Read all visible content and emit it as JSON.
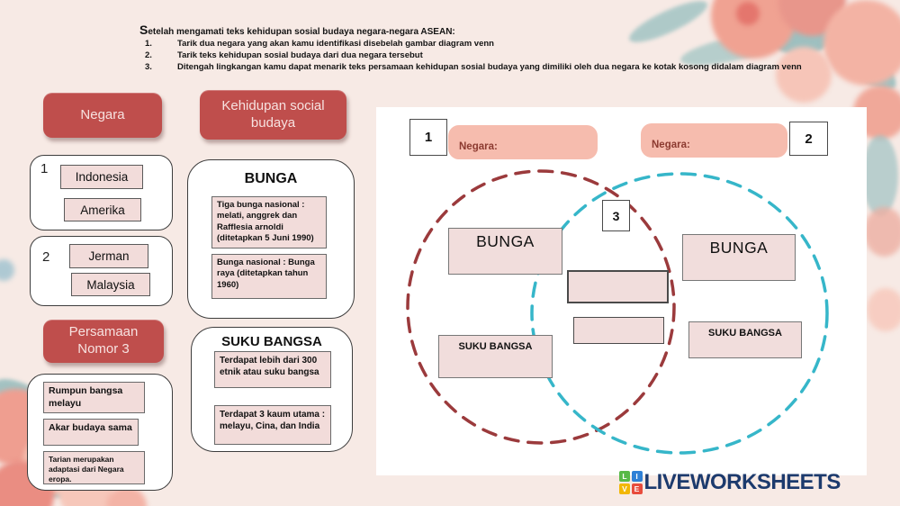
{
  "instructions": {
    "title": "Setelah mengamati teks kehidupan sosial budaya negara-negara ASEAN:",
    "steps": [
      {
        "num": "1.",
        "text": "Tarik dua negara yang akan kamu identifikasi disebelah gambar diagram venn"
      },
      {
        "num": "2.",
        "text": "Tarik teks kehidupan sosial budaya dari dua negara tersebut"
      },
      {
        "num": "3.",
        "text": "Ditengah lingkangan kamu dapat menarik teks persamaan kehidupan sosial budaya yang dimiliki oleh dua negara ke kotak kosong didalam diagram venn"
      }
    ]
  },
  "left_column": {
    "negara_header": "Negara",
    "group1": {
      "number": "1",
      "items": [
        "Indonesia",
        "Amerika"
      ]
    },
    "group2": {
      "number": "2",
      "items": [
        "Jerman",
        "Malaysia"
      ]
    },
    "persamaan_header": "Persamaan Nomor 3",
    "persamaan_items": [
      "Rumpun bangsa melayu",
      "Akar budaya sama",
      "Tarian merupakan adaptasi dari Negara eropa."
    ]
  },
  "middle_column": {
    "header": "Kehidupan social budaya",
    "bunga": {
      "title": "BUNGA",
      "items": [
        "Tiga bunga nasional : melati, anggrek dan Rafflesia arnoldi (ditetapkan 5 Juni 1990)",
        "Bunga nasional : Bunga raya (ditetapkan tahun 1960)"
      ]
    },
    "suku_bangsa": {
      "title": "SUKU BANGSA",
      "items": [
        "Terdapat lebih dari 300 etnik atau suku bangsa",
        "Terdapat 3 kaum utama : melayu, Cina, dan India"
      ]
    }
  },
  "venn": {
    "number1": "1",
    "number2": "2",
    "number3": "3",
    "negara_label1": "Negara:",
    "negara_label2": "Negara:",
    "left_circle": {
      "bunga_label": "BUNGA",
      "suku_label": "SUKU BANGSA"
    },
    "right_circle": {
      "bunga_label": "BUNGA",
      "suku_label": "SUKU BANGSA"
    }
  },
  "logo": {
    "text": "LIVEWORKSHEETS",
    "squares": [
      {
        "letter": "L",
        "color": "#58b947"
      },
      {
        "letter": "I",
        "color": "#2f80d6"
      },
      {
        "letter": "V",
        "color": "#f2b705"
      },
      {
        "letter": "E",
        "color": "#e84c3d"
      }
    ]
  },
  "colors": {
    "page-bg": "#f7eae5",
    "accent-red": "#bf4e4c",
    "item-pink": "#f2dcda",
    "pill-salmon": "#f6bcae",
    "pill-text": "#8c3a30",
    "venn-left": "#9b3a3c",
    "venn-right": "#36b6c9",
    "logo-navy": "#1c3a6d"
  }
}
